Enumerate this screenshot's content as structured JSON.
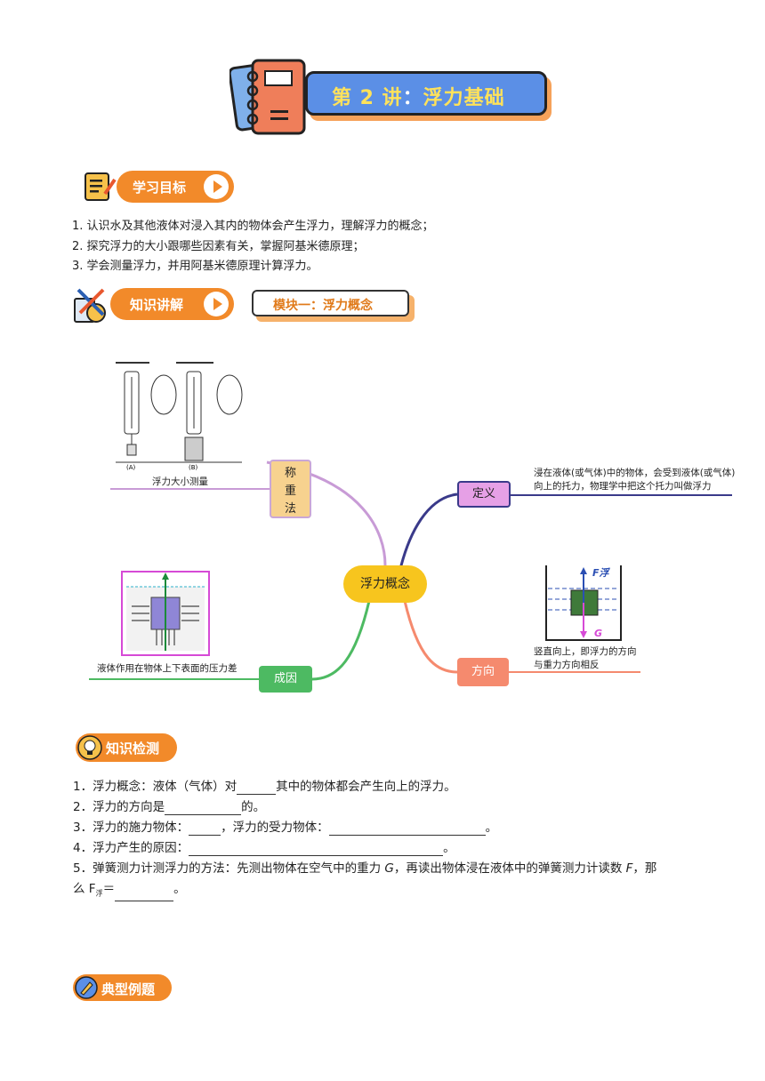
{
  "title": {
    "lecture": "第 2 讲",
    "sep": "：",
    "topic": "浮力基础"
  },
  "sections": {
    "goals": "学习目标",
    "knowledge": "知识讲解",
    "check": "知识检测",
    "examples": "典型例题"
  },
  "module": "模块一：浮力概念",
  "goals": [
    "1. 认识水及其他液体对浸入其内的物体会产生浮力，理解浮力的概念；",
    "2. 探究浮力的大小跟哪些因素有关，掌握阿基米德原理；",
    "3. 学会测量浮力，并用阿基米德原理计算浮力。"
  ],
  "mindmap": {
    "center": "浮力概念",
    "definition": {
      "label": "定义",
      "text1": "浸在液体(或气体)中的物体，会受到液体(或气体)",
      "text2": "向上的托力，物理学中把这个托力叫做浮力"
    },
    "direction": {
      "label": "方向",
      "text1": "竖直向上，即浮力的方向",
      "text2": "与重力方向相反",
      "f_label": "F浮",
      "g_label": "G"
    },
    "cause": {
      "label": "成因",
      "text": "液体作用在物体上下表面的压力差"
    },
    "weighing": {
      "label_chars": [
        "称",
        "重",
        "法"
      ],
      "text": "浮力大小测量",
      "fig_a": "(A)",
      "fig_b": "(B)"
    }
  },
  "questions": {
    "q1_a": "1．浮力概念：液体（气体）对",
    "q1_b": "其中的物体都会产生向上的浮力。",
    "q2_a": "2．浮力的方向是",
    "q2_b": "的。",
    "q3_a": "3．浮力的施力物体：",
    "q3_b": "，浮力的受力物体：",
    "q3_c": "。",
    "q4_a": "4．浮力产生的原因：",
    "q4_b": "。",
    "q5_a": "5．弹簧测力计测浮力的方法：先测出物体在空气中的重力 ",
    "q5_g": "G",
    "q5_b": "，再读出物体浸在液体中的弹簧测力计读数 ",
    "q5_f": "F",
    "q5_c": "，那",
    "q5_d": "么 F",
    "q5_sub": "浮",
    "q5_e": "＝",
    "q5_f2": "。"
  },
  "colors": {
    "accent": "#f28a2a",
    "title_bg": "#5b8fe6",
    "title_text": "#ffe25a"
  }
}
